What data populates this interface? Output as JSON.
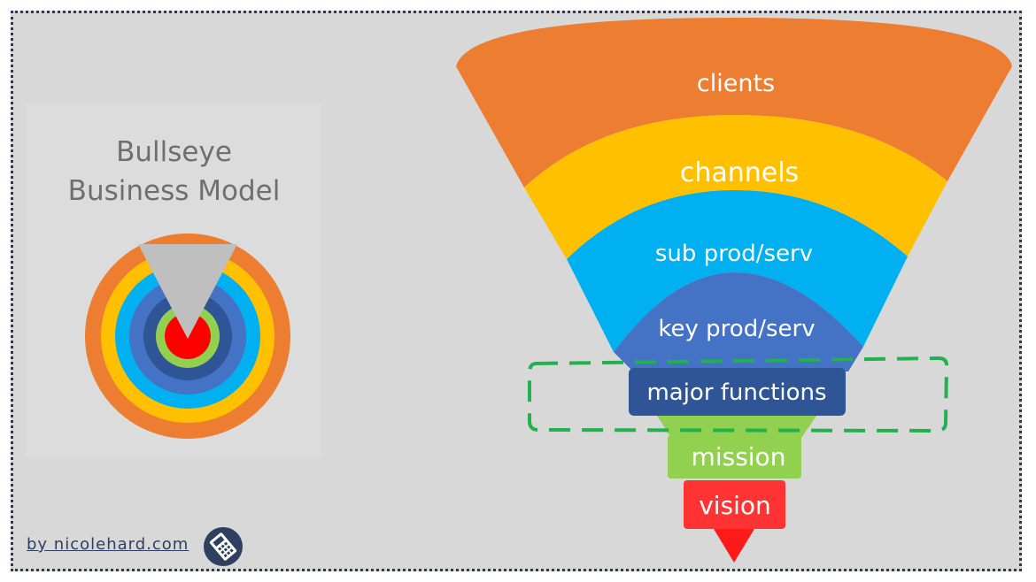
{
  "frame": {
    "border_color": "#2a3a56",
    "background": "#d8d8d8"
  },
  "left": {
    "title_line1": "Bullseye",
    "title_line2": "Business Model"
  },
  "bullseye": {
    "rings": [
      {
        "name": "clients",
        "color": "#ed7d31"
      },
      {
        "name": "channels",
        "color": "#ffc000"
      },
      {
        "name": "sub prod/serv",
        "color": "#00b0f0"
      },
      {
        "name": "key prod/serv",
        "color": "#4472c4"
      },
      {
        "name": "major functions",
        "color": "#2f5597"
      },
      {
        "name": "mission",
        "color": "#92d050"
      },
      {
        "name": "vision",
        "color": "#ff0000"
      }
    ],
    "wedge_color": "#bfbfbf"
  },
  "funnel": {
    "layers": [
      {
        "label": "clients",
        "color": "#ed7d31"
      },
      {
        "label": "channels",
        "color": "#ffc000"
      },
      {
        "label": "sub prod/serv",
        "color": "#00b0f0"
      },
      {
        "label": "key prod/serv",
        "color": "#4472c4"
      },
      {
        "label": "major functions",
        "color": "#2f5597"
      },
      {
        "label": "mission",
        "color": "#92d050"
      },
      {
        "label": "vision",
        "color": "#ff3333"
      }
    ],
    "highlight_color": "#22b14c",
    "highlighted_layer": "major functions"
  },
  "credit": {
    "text": "by nicolehard.com",
    "icon": "calculator-icon"
  }
}
